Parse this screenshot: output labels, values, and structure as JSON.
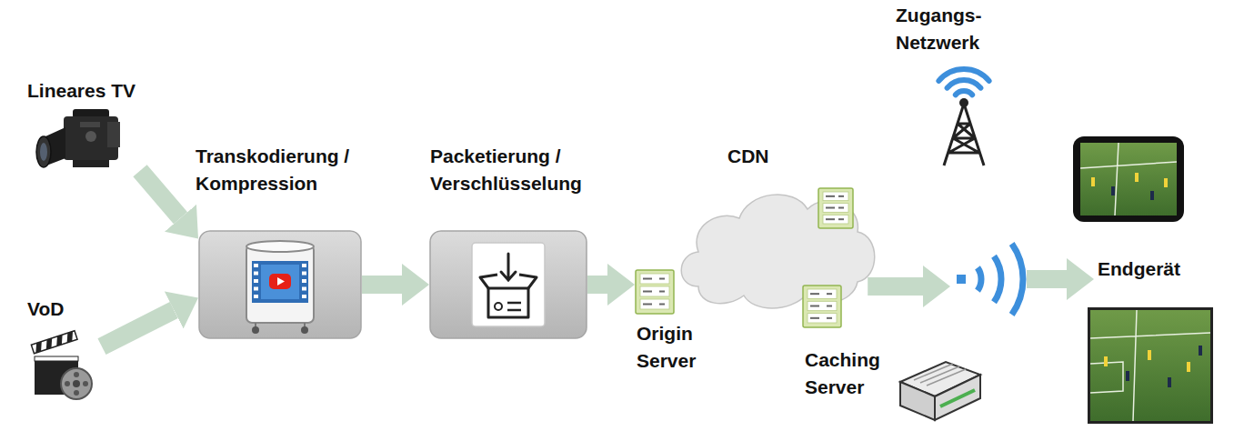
{
  "diagram": {
    "nodes": [
      {
        "text": [
          "Lineares TV"
        ]
      },
      {
        "text": [
          "VoD"
        ]
      },
      {
        "text": [
          "Transkodierung / Kompression"
        ]
      },
      {
        "text": [
          "Packetierung / Verschlüsselung"
        ]
      },
      {
        "text": [
          "CDN"
        ]
      },
      {
        "text": [
          "Origin Server"
        ],
        "in": 4
      },
      {
        "text": [
          "Caching Server"
        ],
        "in": 4
      },
      {
        "text": [
          "Zugangs- Netzwerk"
        ]
      },
      {
        "text": [
          "Endgerät"
        ]
      }
    ],
    "edges": [
      {
        "from": 0,
        "to": 2,
        "arrow": "to"
      },
      {
        "from": 1,
        "to": 2,
        "arrow": "to"
      },
      {
        "from": 2,
        "to": 3,
        "arrow": "to"
      },
      {
        "from": 3,
        "to": 5,
        "arrow": "to"
      },
      {
        "from": 4,
        "to": 7,
        "arrow": "to"
      },
      {
        "from": 7,
        "to": 8,
        "arrow": "to"
      }
    ]
  }
}
